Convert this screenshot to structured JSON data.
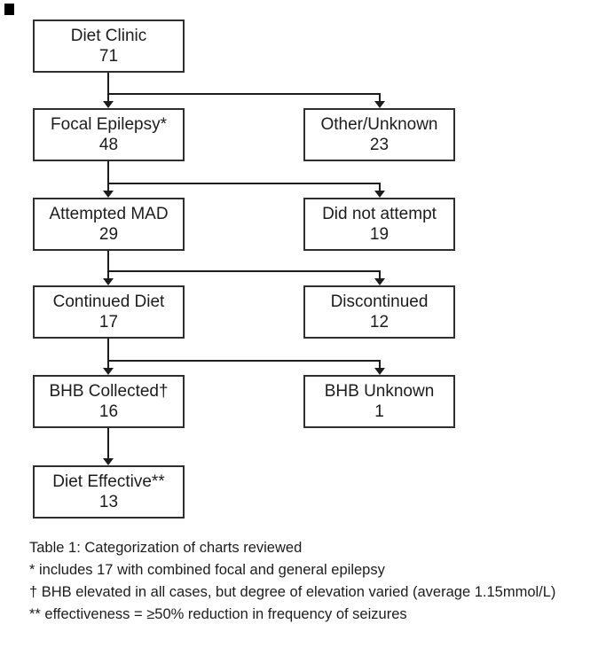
{
  "flowchart": {
    "title_hint": "Categorization flow of charts reviewed at diet clinic",
    "corner_mark": "black-square-artifact",
    "nodes": [
      {
        "label": "Diet Clinic",
        "count": "71"
      },
      {
        "label": "Focal Epilepsy*",
        "count": "48"
      },
      {
        "label": "Other/Unknown",
        "count": "23"
      },
      {
        "label": "Attempted MAD",
        "count": "29"
      },
      {
        "label": "Did not attempt",
        "count": "19"
      },
      {
        "label": "Continued Diet",
        "count": "17"
      },
      {
        "label": "Discontinued",
        "count": "12"
      },
      {
        "label": "BHB Collected†",
        "count": "16"
      },
      {
        "label": "BHB Unknown",
        "count": "1"
      },
      {
        "label": "Diet Effective**",
        "count": "13"
      }
    ],
    "edges": [
      {
        "from": "Diet Clinic",
        "to": "Focal Epilepsy*"
      },
      {
        "from": "Diet Clinic",
        "to": "Other/Unknown"
      },
      {
        "from": "Focal Epilepsy*",
        "to": "Attempted MAD"
      },
      {
        "from": "Focal Epilepsy*",
        "to": "Did not attempt"
      },
      {
        "from": "Attempted MAD",
        "to": "Continued Diet"
      },
      {
        "from": "Attempted MAD",
        "to": "Discontinued"
      },
      {
        "from": "Continued Diet",
        "to": "BHB Collected†"
      },
      {
        "from": "Continued Diet",
        "to": "BHB Unknown"
      },
      {
        "from": "BHB Collected†",
        "to": "Diet Effective**"
      }
    ],
    "caption": {
      "lines": [
        "Table 1: Categorization of charts reviewed",
        "* includes 17 with combined focal and general epilepsy",
        "† BHB elevated in all cases, but degree of elevation varied (average 1.15mmol/L)",
        "** effectiveness = ≥50% reduction in frequency of seizures"
      ]
    }
  },
  "colors": {
    "background": "#ffffff",
    "box_border": "#2f2f2f",
    "line": "#1c1c1c",
    "text": "#1c1c1c"
  }
}
